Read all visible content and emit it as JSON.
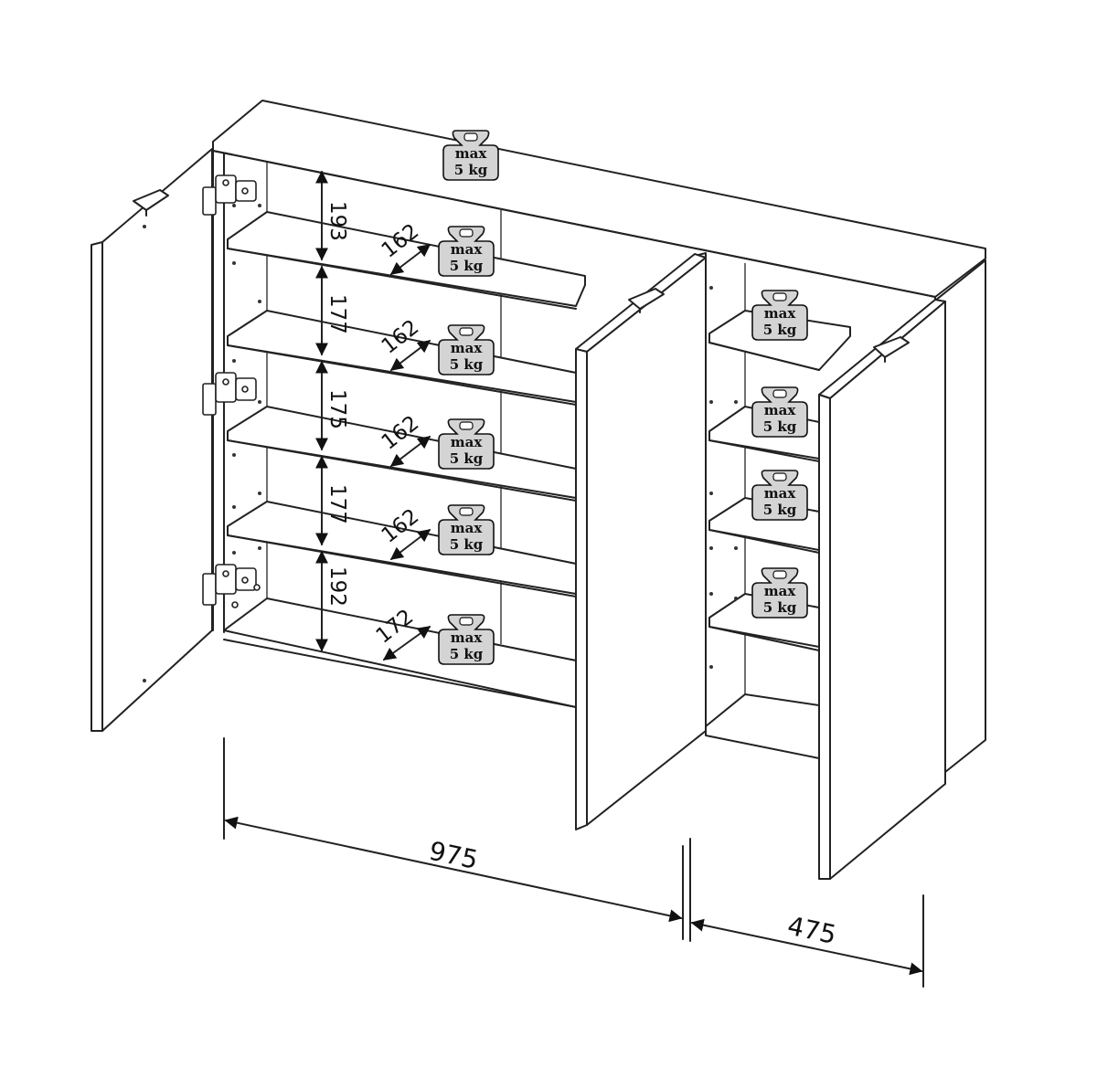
{
  "dimensions": {
    "left_width": "975",
    "right_width": "475",
    "left_shelf_spacings": [
      "193",
      "177",
      "175",
      "177",
      "192"
    ],
    "shelf_depths": [
      "162",
      "162",
      "162",
      "162",
      "172"
    ]
  },
  "load_label": {
    "line1": "max",
    "line2": "5 kg"
  }
}
